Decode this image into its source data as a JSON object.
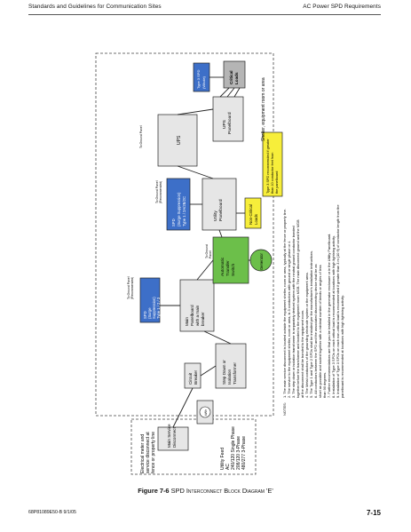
{
  "header": {
    "left": "Standards and Guidelines for Communication Sites",
    "right": "AC Power SPD Requirements"
  },
  "footer": {
    "left": "68P81089E50-B   9/1/05",
    "right": "7-15"
  },
  "caption": {
    "figure": "Figure 7-6",
    "title": "SPD Interconnect Block Diagram 'E'"
  },
  "diagram": {
    "service_entrance_label": [
      "Electrical meter and",
      "service disconnect at",
      "fence or property line"
    ],
    "main_service_disconnect": [
      "Main Service",
      "Disconnect"
    ],
    "meter_symbol": "kWh",
    "utility_feed": [
      "Utility Feed",
      "AC",
      "240/120 Single Phase",
      "208/120 3-Phase",
      "480/277 3-Phase"
    ],
    "circuit_breaker": [
      "Circuit",
      "Breaker"
    ],
    "step_down_transformer": [
      "Step Down or",
      "Isolation",
      "Transformer"
    ],
    "main_panelboard": [
      "Main",
      "Panelboard",
      "with a main",
      "breaker"
    ],
    "spd_type2_recommended": [
      "SPD",
      "(Surge",
      "Suppression)",
      "Type 1 / 2 / 3"
    ],
    "to_ground_bar_left": [
      "To Ground Panel",
      "(Recommended)"
    ],
    "ats": [
      "Automatic",
      "Transfer",
      "Switch"
    ],
    "generator": "Generator",
    "to_ground_ats": [
      "To Ground",
      "Panel"
    ],
    "spd_utility": [
      "SPD",
      "(Surge Suppression)",
      "Type 1 / 2A/2B/2C"
    ],
    "to_ground_utility": [
      "To Ground Panel",
      "(Recommended)"
    ],
    "utility_panelboard": [
      "Utility",
      "Panelboard"
    ],
    "non_critical": [
      "Non-Critical",
      "Loads"
    ],
    "type3_note": [
      "Type 3 SPD recommended if greater",
      "than 10 conductor feet from",
      "the panelboard"
    ],
    "ups": "UPS",
    "to_ground_ups": [
      "To Ground Panel"
    ],
    "ups_panelboard": [
      "UPS",
      "Panelboard"
    ],
    "shelter_label": "Shelter, equipment room or area",
    "type3_spd": [
      "Type 3 SPD",
      "(Whole)"
    ],
    "critical": [
      "Critical",
      "Loads"
    ]
  },
  "notes": {
    "heading": "NOTES:",
    "items": [
      "1.  The main service disconnect is located outside the equipment shelter, room or area, typically at the fence or property line.",
      "2.  The service to the equipment shelter, room or area, is 3 conductors with ground or single phase or 4.",
      "3.  The step down or isolation transformer is separately derived system with the neutral ground conductor bonded",
      "     together before the transformer and bonded to the equipment room MGB. The main disconnect ground and the MGB",
      "     at the disconnect shall be bonded to the equipment room.",
      "4.  The Metal conductors of the grounding electrode system or the equipment area.",
      "5.  The Type 1 and Type 2 SPDs shall be installed per the manufacturer's installation instructions.",
      "6.  All conductors between the SPD and the associated disconnecting device shall be as",
      "     short as possible and routed together with a minimal number of bends or angles of less",
      "     than 90 degrees.",
      "7.  Further recommendations are that you be installed in the generator enclosure or in the Utility Panelboard.",
      "8.  Installation of Type 3 SPDs on each critical load is recommended at locations with high lightning activity.",
      "9.  Installation of Type 3 SPDs on each non-critical load is recommended if greater than 3 m (10 ft) of conductor length from the",
      "     panelboard is recommended at locations with high lightning activity."
    ]
  },
  "colors": {
    "spd_fill": "#3d6fc8",
    "ats_fill": "#6cbf4a",
    "yellow_fill": "#f7ee3a",
    "critical_fill": "#b5b5b5",
    "box_fill": "#e6e6e6"
  }
}
